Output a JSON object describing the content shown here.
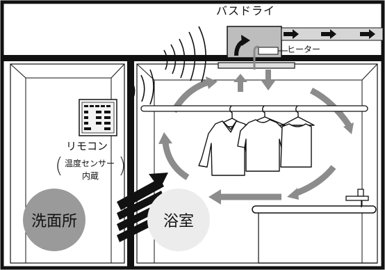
{
  "diagram": {
    "labels": {
      "dryer_name": "バスドライ",
      "heater": "ヒーター",
      "remote": "リモコン",
      "sensor_line1": "温度センサー",
      "sensor_line2": "内蔵",
      "paren_open": "(",
      "paren_close": ")"
    },
    "rooms": {
      "washroom": "洗面所",
      "bathroom": "浴室"
    },
    "colors": {
      "wall": "#111111",
      "airflow_arrow": "#8c8c8c",
      "washroom_circle": "#9a9a9a",
      "bathroom_circle": "#ececec"
    }
  }
}
